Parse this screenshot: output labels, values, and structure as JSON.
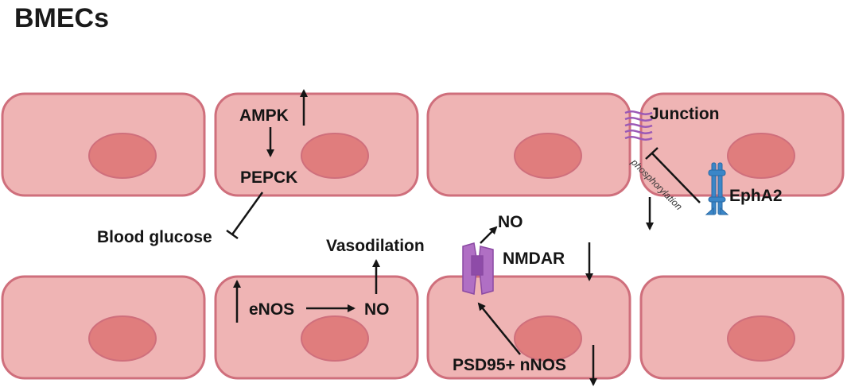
{
  "title": "BMECs",
  "labels": {
    "ampk": "AMPK",
    "pepck": "PEPCK",
    "blood_glucose": "Blood glucose",
    "junction": "Junction",
    "epha2": "EphA2",
    "phosphorylation": "phosphorylation",
    "no_top": "NO",
    "vasodilation": "Vasodilation",
    "nmdar": "NMDAR",
    "enos": "eNOS",
    "no_mid": "NO",
    "psd95_nnos": "PSD95+ nNOS"
  },
  "colors": {
    "cell_fill": "#efb4b4",
    "cell_stroke": "#cf6f7c",
    "nucleus": "#e07d7d",
    "receptor_purple": "#9b59b6",
    "receptor_blue": "#3a86c8"
  }
}
